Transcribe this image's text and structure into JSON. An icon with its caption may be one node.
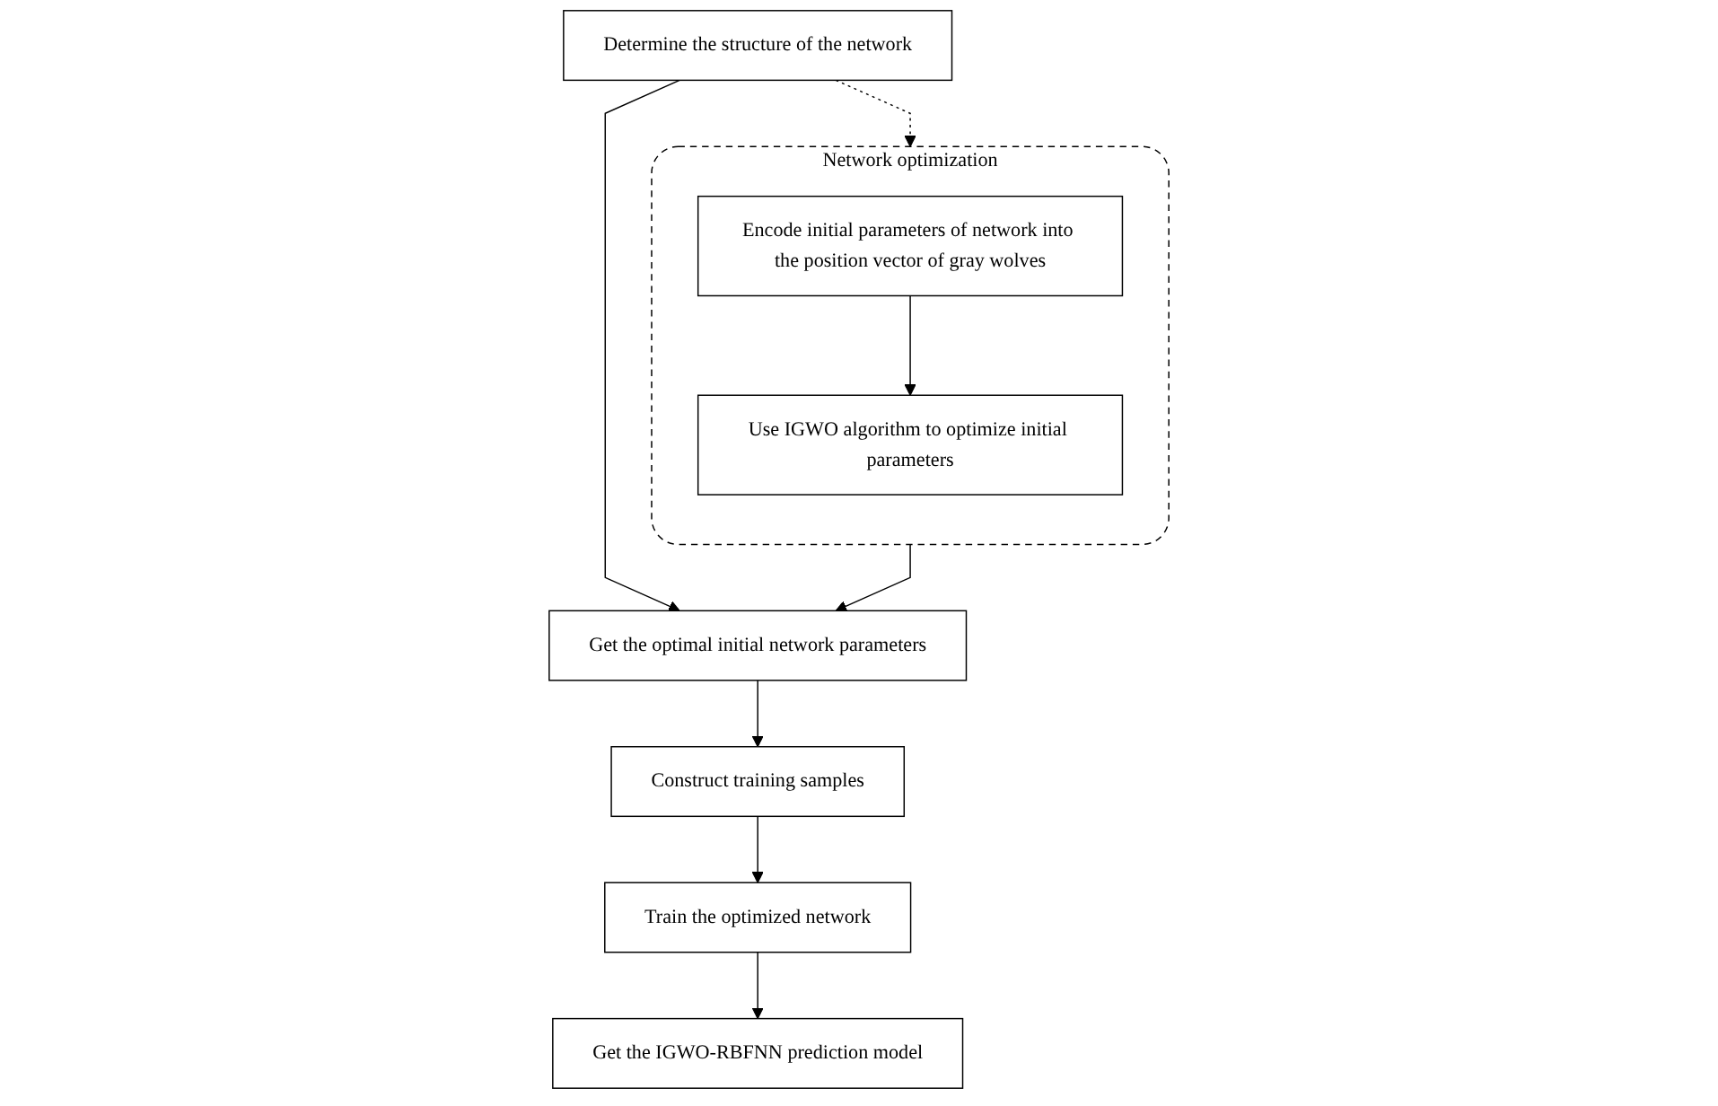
{
  "diagram": {
    "nodes": [
      {
        "text": [
          "Determine the structure of the network"
        ]
      },
      {
        "text": [
          "Network optimization"
        ]
      },
      {
        "text": [
          "Encode initial parameters of network into the position vector of gray wolves"
        ],
        "in": 1
      },
      {
        "text": [
          "Use IGWO algorithm to optimize initial parameters"
        ],
        "in": 1
      },
      {
        "text": [
          "Get the optimal initial network parameters"
        ]
      },
      {
        "text": [
          "Construct training samples"
        ]
      },
      {
        "text": [
          "Train the optimized network"
        ]
      },
      {
        "text": [
          "Get the IGWO-RBFNN prediction model"
        ]
      }
    ],
    "edges": [
      {
        "from": 0,
        "to": 4,
        "arrow": "to"
      },
      {
        "from": 0,
        "to": 1,
        "arrow": "to",
        "style": "dashed"
      },
      {
        "from": 2,
        "to": 3,
        "arrow": "to"
      },
      {
        "from": 1,
        "to": 4,
        "arrow": "to"
      },
      {
        "from": 4,
        "to": 5,
        "arrow": "to"
      },
      {
        "from": 5,
        "to": 6,
        "arrow": "to"
      },
      {
        "from": 6,
        "to": 7,
        "arrow": "to"
      }
    ]
  }
}
